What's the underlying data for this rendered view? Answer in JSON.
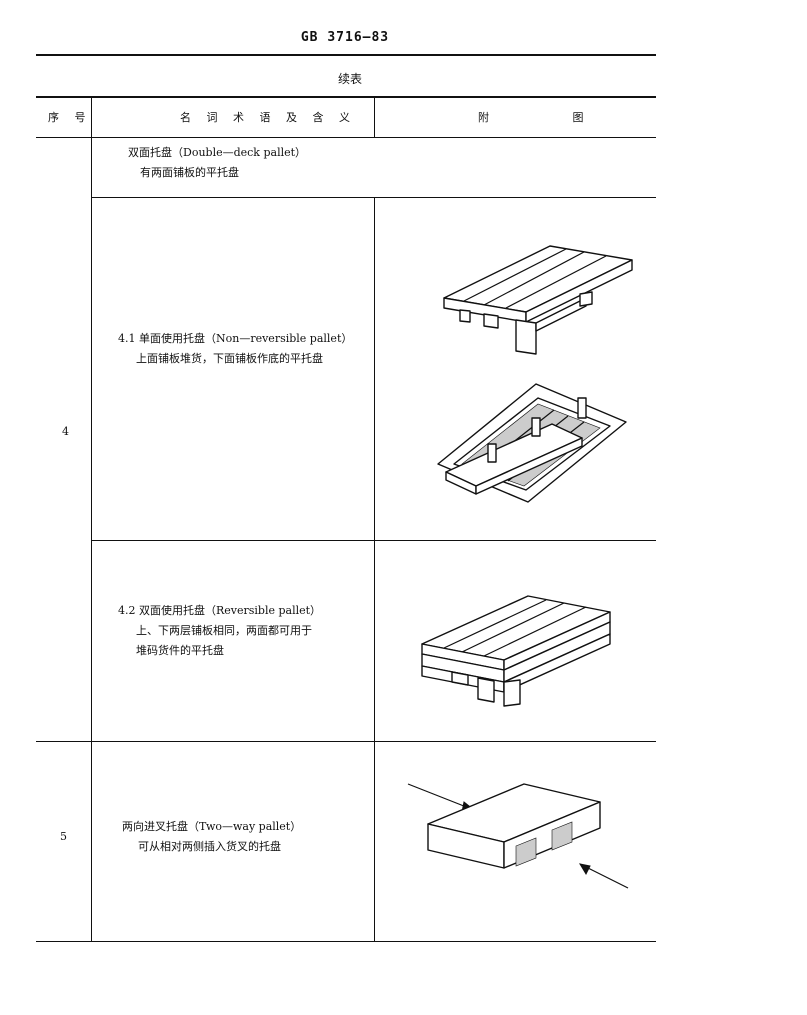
{
  "header": {
    "standard": "GB 3716—83"
  },
  "table": {
    "caption": "续表",
    "columns": {
      "seq": "序 号",
      "term": "名 词 术 语 及 含 义",
      "figure": "附 图"
    },
    "rows": [
      {
        "seq": "4",
        "term": "双面托盘（Double—deck pallet）",
        "desc": "有两面铺板的平托盘",
        "sub_items": [
          {
            "term": "4.1 单面使用托盘（Non—reversible pallet）",
            "desc_lines": [
              "上面铺板堆货，下面铺板作底的平托盘"
            ],
            "figures": [
              "single-use-pallet-top-icon",
              "single-use-pallet-bottom-icon"
            ]
          },
          {
            "term": "4.2 双面使用托盘（Reversible pallet）",
            "desc_lines": [
              "上、下两层铺板相同，两面都可用于",
              "堆码货件的平托盘"
            ],
            "figures": [
              "reversible-pallet-icon"
            ]
          }
        ]
      },
      {
        "seq": "5",
        "term": "两向进叉托盘（Two—way pallet）",
        "desc_lines": [
          "可从相对两侧插入货叉的托盘"
        ],
        "figures": [
          "two-way-pallet-icon"
        ]
      }
    ]
  }
}
